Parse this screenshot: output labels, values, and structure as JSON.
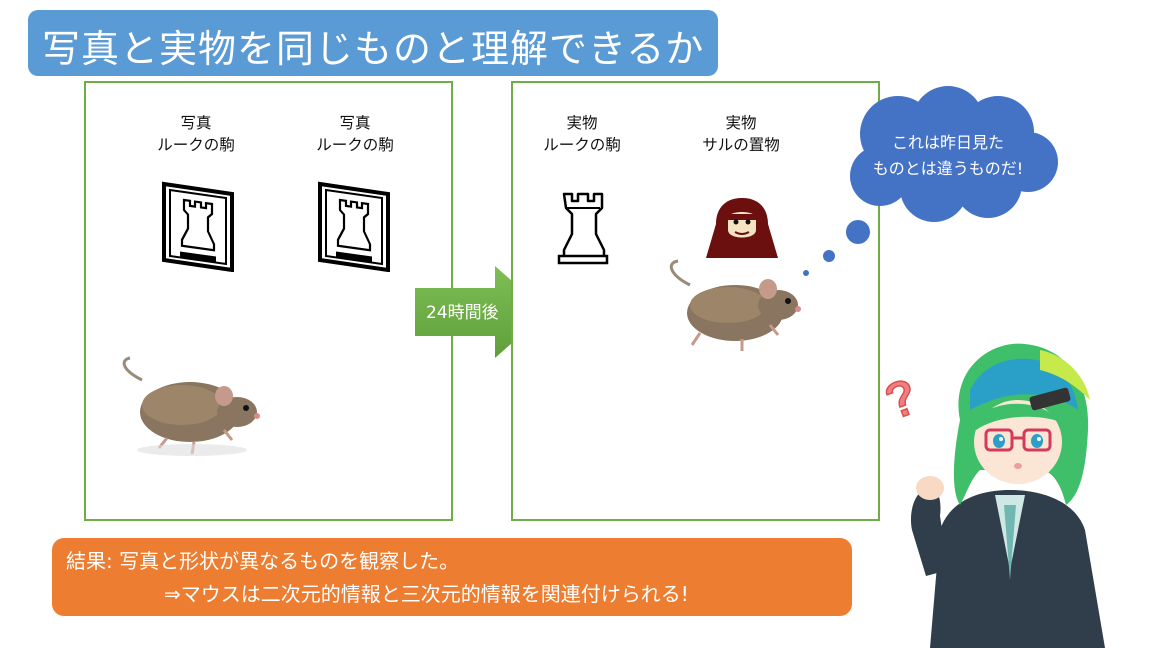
{
  "title": "写真と実物を同じものと理解できるか",
  "left_panel": {
    "items": [
      {
        "line1": "写真",
        "line2": "ルークの駒"
      },
      {
        "line1": "写真",
        "line2": "ルークの駒"
      }
    ]
  },
  "arrow_label": "24時間後",
  "right_panel": {
    "items": [
      {
        "line1": "実物",
        "line2": "ルークの駒"
      },
      {
        "line1": "実物",
        "line2": "サルの置物"
      }
    ]
  },
  "thought": {
    "line1": "これは昨日見た",
    "line2": "ものとは違うものだ!"
  },
  "result": {
    "line1": "結果: 写真と形状が異なるものを観察した。",
    "line2": "⇒マウスは二次元的情報と三次元的情報を関連付けられる!"
  },
  "colors": {
    "title_bg": "#5b9bd5",
    "panel_border": "#70ad47",
    "arrow": "#70ad47",
    "cloud": "#4472c4",
    "result_bg": "#ed7d31"
  },
  "icons": [
    "rook-photo-icon",
    "rook-icon",
    "gorilla-icon",
    "mouse-image",
    "anime-girl-illustration",
    "question-mark-icon"
  ]
}
